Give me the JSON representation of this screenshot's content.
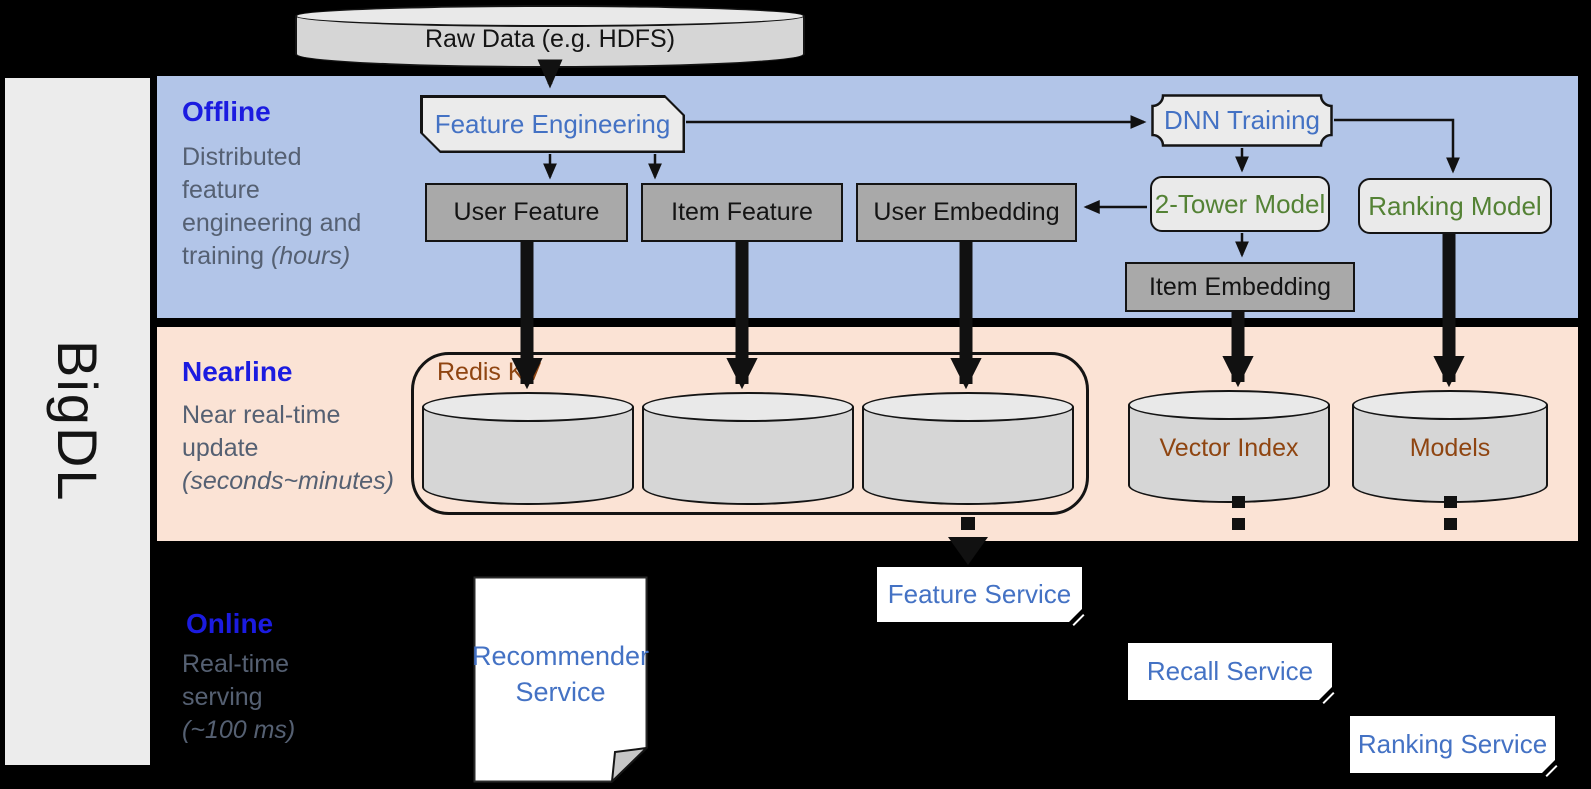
{
  "brand": "BigDL",
  "raw_data_label": "Raw Data (e.g. HDFS)",
  "sections": {
    "offline": {
      "title": "Offline",
      "desc": "Distributed feature engineering and training ",
      "desc_note": "(hours)"
    },
    "nearline": {
      "title": "Nearline",
      "desc": "Near real-time update ",
      "desc_note": "(seconds~minutes)"
    },
    "online": {
      "title": "Online",
      "desc": "Real-time serving ",
      "desc_note": "(~100 ms)"
    }
  },
  "offline_nodes": {
    "feature_engineering": "Feature Engineering",
    "dnn_training": "DNN Training",
    "user_feature": "User Feature",
    "item_feature": "Item Feature",
    "user_embedding": "User Embedding",
    "two_tower_model": "2-Tower Model",
    "ranking_model": "Ranking Model",
    "item_embedding": "Item Embedding"
  },
  "nearline_nodes": {
    "redis_kv": "Redis KV",
    "vector_index": "Vector Index",
    "models": "Models"
  },
  "online_nodes": {
    "recommender_service": "Recommender Service",
    "feature_service": "Feature Service",
    "recall_service": "Recall Service",
    "ranking_service": "Ranking Service"
  },
  "colors": {
    "offline_band": "#b2c5e8",
    "nearline_band": "#fbe3d5",
    "online_background": "#000000",
    "heading_blue": "#1b1be0",
    "node_text_blue": "#4472c4",
    "node_text_green": "#548235",
    "node_text_brown": "#8f4511",
    "description_gray": "#556072",
    "gray_node_fill": "#a9a9a9",
    "light_node_fill": "#ebebeb",
    "cylinder_fill": "#d6d6d6"
  }
}
